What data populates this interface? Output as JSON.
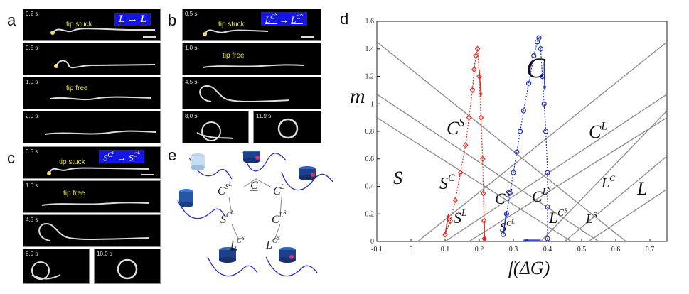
{
  "panels": {
    "a": {
      "letter": "a",
      "transition": "L → L",
      "frames": [
        {
          "time": "0.2 s",
          "note": "tip stuck"
        },
        {
          "time": "0.5 s",
          "note": ""
        },
        {
          "time": "1.0 s",
          "note": "tip free"
        },
        {
          "time": "2.0 s",
          "note": ""
        }
      ]
    },
    "b": {
      "letter": "b",
      "transition": "LC^S → L^C^S",
      "transition_main": "L",
      "transition_sup": "C",
      "transition_supsup": "S",
      "frames": [
        {
          "time": "0.5 s",
          "note": "tip stuck"
        },
        {
          "time": "1.0 s",
          "note": "tip free"
        },
        {
          "time": "4.5 s",
          "note": ""
        },
        {
          "time": "8.0 s",
          "note": ""
        },
        {
          "time": "11.9 s",
          "note": ""
        }
      ]
    },
    "c": {
      "letter": "c",
      "transition_main": "S",
      "transition_sup": "C",
      "transition_supsup": "L",
      "frames": [
        {
          "time": "0.5 s",
          "note": "tip stuck"
        },
        {
          "time": "1.0 s",
          "note": "tip free"
        },
        {
          "time": "4.5 s",
          "note": ""
        },
        {
          "time": "8.0 s",
          "note": ""
        },
        {
          "time": "10.0 s",
          "note": ""
        }
      ]
    },
    "e": {
      "letter": "e",
      "nodes": [
        "C^{S^L}",
        "C",
        "C^L",
        "S^{C^L}",
        "C^{L^S}",
        "L^{C^S}",
        "L^{C^S}"
      ]
    },
    "d": {
      "letter": "d"
    }
  },
  "chart_data": {
    "type": "line",
    "xlabel": "f(ΔG)",
    "ylabel": "m",
    "xlim": [
      -0.1,
      0.75
    ],
    "ylim": [
      0,
      1.6
    ],
    "xticks": [
      "-0.1",
      "0",
      "0.1",
      "0.2",
      "0.3",
      "0.4",
      "0.5",
      "0.6",
      "0.7"
    ],
    "yticks": [
      "0",
      "0.2",
      "0.4",
      "0.6",
      "0.8",
      "1",
      "1.2",
      "1.4",
      "1.6"
    ],
    "region_labels": [
      "S",
      "C",
      "L",
      "C^S",
      "C^L",
      "L^C",
      "S^C",
      "S^L",
      "C^{S^L}",
      "C^{L^S}",
      "L^{C^S}",
      "L^S",
      "S^{C^L}"
    ],
    "boundary_lines": [
      {
        "x": [
          -0.1,
          0.63
        ],
        "y": [
          1.45,
          0
        ]
      },
      {
        "x": [
          -0.1,
          0.55
        ],
        "y": [
          1.07,
          0
        ]
      },
      {
        "x": [
          -0.1,
          0.47
        ],
        "y": [
          0.9,
          0
        ]
      },
      {
        "x": [
          0.02,
          0.75
        ],
        "y": [
          0,
          1.45
        ]
      },
      {
        "x": [
          0.1,
          0.75
        ],
        "y": [
          0,
          1.07
        ]
      },
      {
        "x": [
          0.17,
          0.75
        ],
        "y": [
          0,
          0.9
        ]
      },
      {
        "x": [
          0.38,
          0.75
        ],
        "y": [
          0,
          0.95
        ]
      },
      {
        "x": [
          0.45,
          0.75
        ],
        "y": [
          0,
          0.62
        ]
      },
      {
        "x": [
          0.52,
          0.75
        ],
        "y": [
          0,
          0.38
        ]
      }
    ],
    "series": [
      {
        "color": "#e8281e",
        "marker": "diamond",
        "x": [
          0.1,
          0.115,
          0.13,
          0.145,
          0.16,
          0.17,
          0.18,
          0.185,
          0.19,
          0.195,
          0.2,
          0.205,
          0.21,
          0.212,
          0.214,
          0.215
        ],
        "y": [
          0.05,
          0.15,
          0.3,
          0.5,
          0.7,
          0.9,
          1.1,
          1.25,
          1.35,
          1.4,
          1.2,
          0.9,
          0.6,
          0.35,
          0.15,
          0.02
        ]
      },
      {
        "color": "#1f2fd8",
        "marker": "circle",
        "x": [
          0.27,
          0.28,
          0.29,
          0.3,
          0.31,
          0.32,
          0.33,
          0.345,
          0.36,
          0.37,
          0.375,
          0.38,
          0.385,
          0.39,
          0.395,
          0.4,
          0.4,
          0.4
        ],
        "y": [
          0.05,
          0.2,
          0.35,
          0.5,
          0.65,
          0.8,
          0.95,
          1.15,
          1.35,
          1.45,
          1.48,
          1.4,
          1.2,
          1.0,
          0.8,
          0.5,
          0.25,
          0.02
        ]
      }
    ],
    "colors": {
      "red": "#e8281e",
      "blue": "#1f2fd8",
      "line": "#8a8a8a"
    }
  }
}
